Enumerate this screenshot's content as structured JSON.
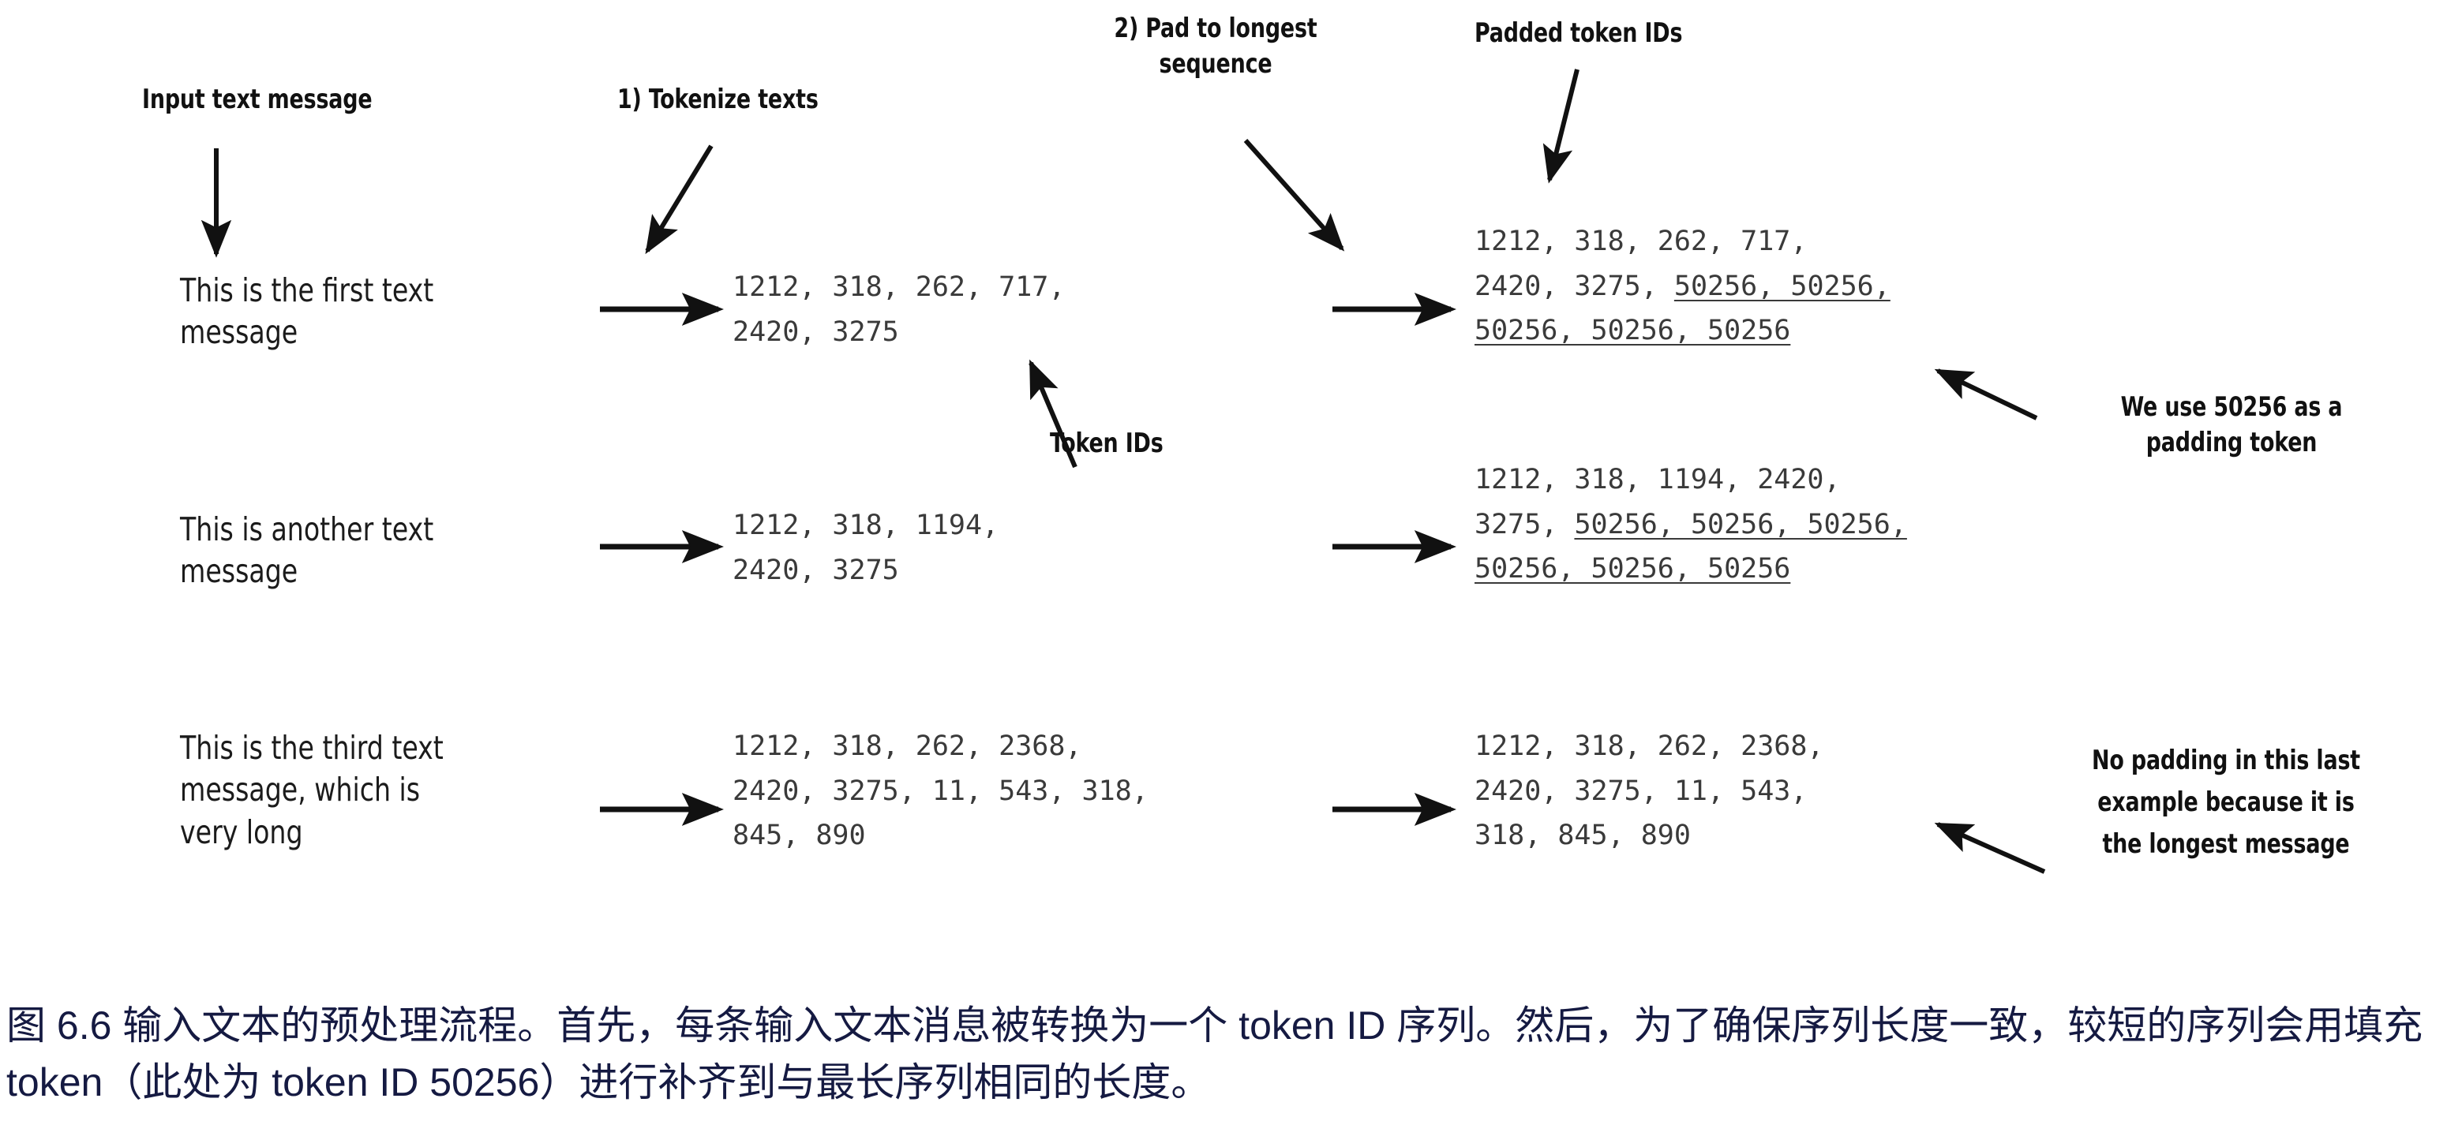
{
  "figure": {
    "labels": {
      "input_text_message": "Input text message",
      "tokenize_texts": "1) Tokenize texts",
      "pad_to_longest": "2) Pad to longest\nsequence",
      "padded_token_ids": "Padded token IDs",
      "token_ids": "Token IDs"
    },
    "callouts": {
      "padding_token": "We use 50256 as a\npadding token",
      "no_padding": "No padding in this last\nexample because it is\nthe longest message"
    },
    "rows": [
      {
        "message": "This is the first text\nmessage",
        "token_ids": "1212, 318, 262, 717,\n2420, 3275",
        "padded_prefix_line1": "1212, 318, 262, 717,",
        "padded_line2_prefix": "2420, 3275, ",
        "padded_line2_pad": "50256, 50256,",
        "padded_line3_pad": "50256, 50256, 50256"
      },
      {
        "message": "This is another text\nmessage",
        "token_ids": "1212, 318, 1194,\n2420, 3275",
        "padded_prefix_line1": "1212, 318, 1194, 2420,",
        "padded_line2_prefix": "3275, ",
        "padded_line2_pad": "50256, 50256, 50256,",
        "padded_line3_pad": "50256, 50256, 50256"
      },
      {
        "message": "This is the third text\nmessage, which is\nvery long",
        "token_ids": "1212, 318, 262, 2368,\n2420, 3275, 11, 543, 318,\n845, 890",
        "padded_prefix_line1": "1212, 318, 262, 2368,",
        "padded_line2_prefix": "2420, 3275, 11, 543,",
        "padded_line2_pad": "",
        "padded_line3_pad": "",
        "padded_line3_plain": "318, 845, 890"
      }
    ],
    "caption": "图 6.6 输入文本的预处理流程。首先，每条输入文本消息被转换为一个 token ID 序列。然后，为了确保序列长度一致，较短的序列会用填充 token（此处为 token ID 50256）进行补齐到与最长序列相同的长度。",
    "colors": {
      "ink": "#111111",
      "token_ink": "#3a3a3a",
      "caption": "#151a42",
      "background": "#ffffff"
    },
    "icons": {
      "transform_arrow": "right-arrow-icon",
      "pointer_arrow": "pointer-arrow-icon"
    }
  }
}
